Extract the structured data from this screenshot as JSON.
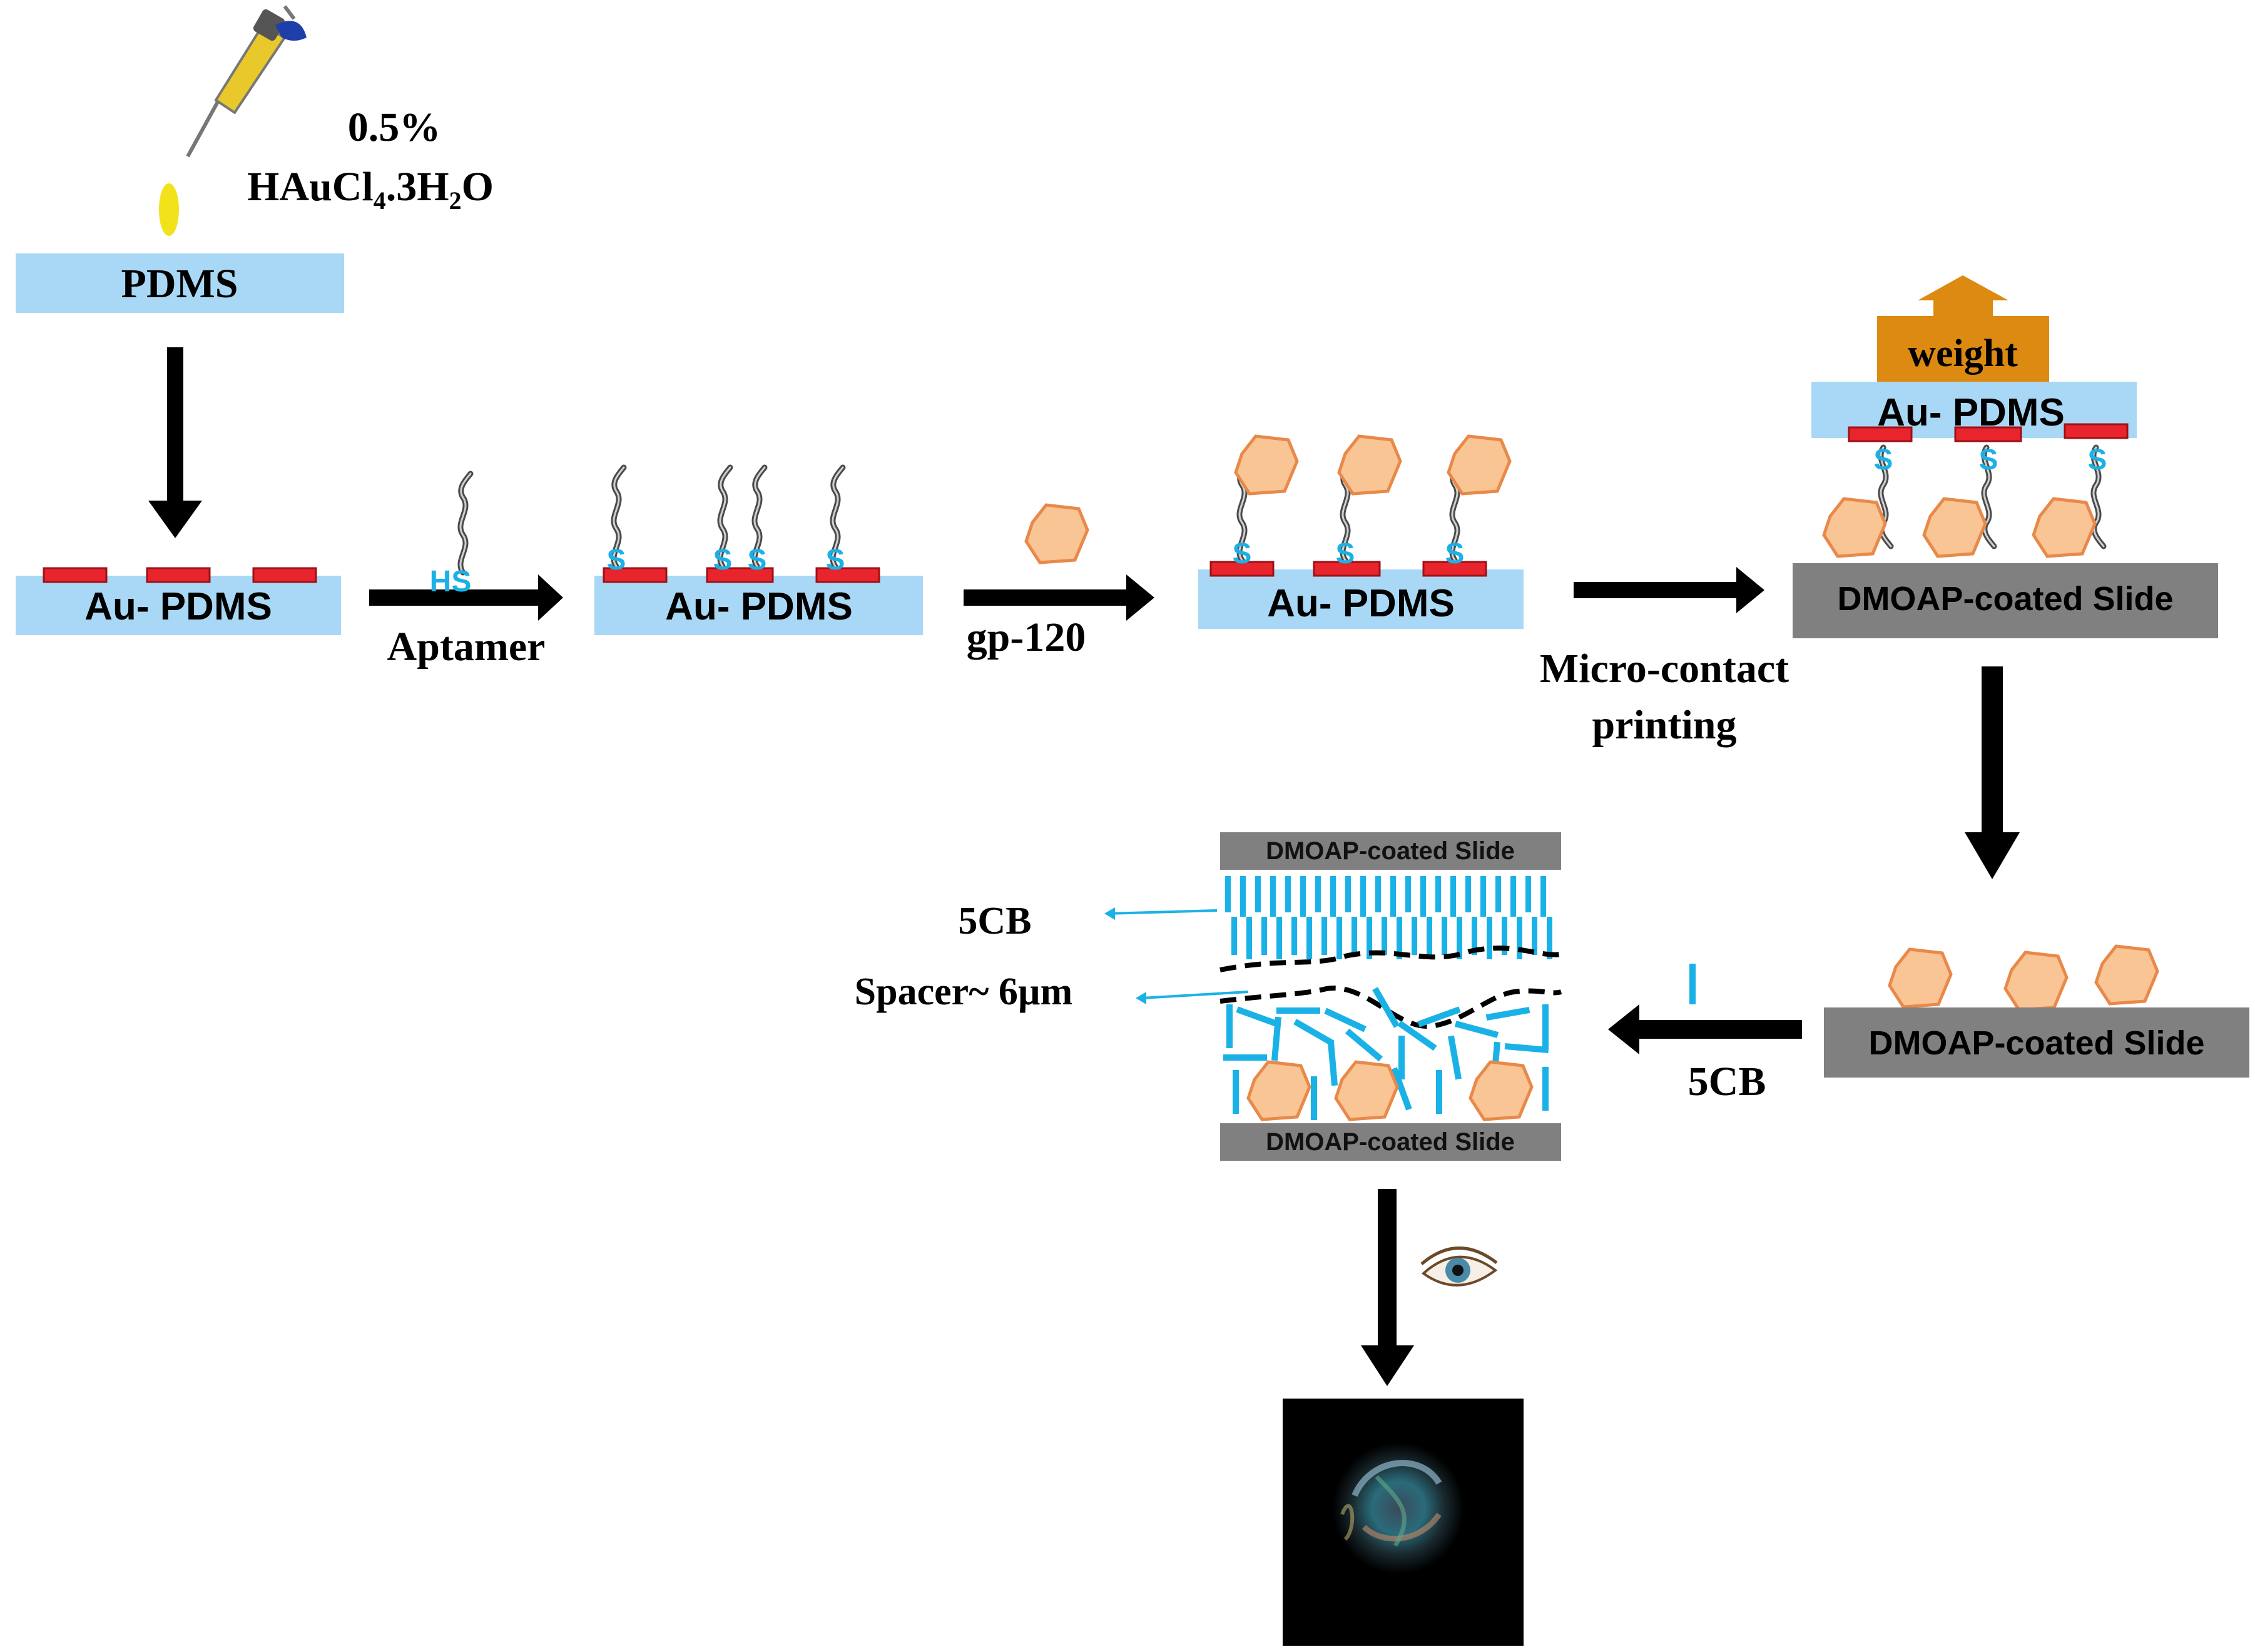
{
  "reagent": {
    "concentration": "0.5%",
    "formula_main": "HAuCl",
    "sub_4": "4",
    "formula_mid": ".3H",
    "sub_2": "2",
    "formula_end": "O"
  },
  "labels": {
    "pdms": "PDMS",
    "au_pdms": "Au- PDMS",
    "hs": "HS",
    "s": "S",
    "aptamer": "Aptamer",
    "gp120": "gp-120",
    "micro_contact_line1": "Micro-contact",
    "micro_contact_line2": "printing",
    "weight": "weight",
    "dmoap_slide": "DMOAP-coated Slide",
    "five_cb": "5CB",
    "spacer": "Spacer~ 6µm"
  },
  "colors": {
    "pdms_fill": "#a8d8f5",
    "gold_pad": "#e8242c",
    "thiol": "#1ab2e6",
    "protein_fill": "#f9c595",
    "protein_stroke": "#e8894a",
    "slide_gray": "#808080",
    "weight_fill": "#dc8a12",
    "arrow": "#000000",
    "pipette_yellow": "#f2e21a",
    "lc_blue": "#1ab2e6"
  },
  "icons": [
    "pipette-icon",
    "droplet-icon",
    "eye-icon",
    "microscope-image"
  ]
}
